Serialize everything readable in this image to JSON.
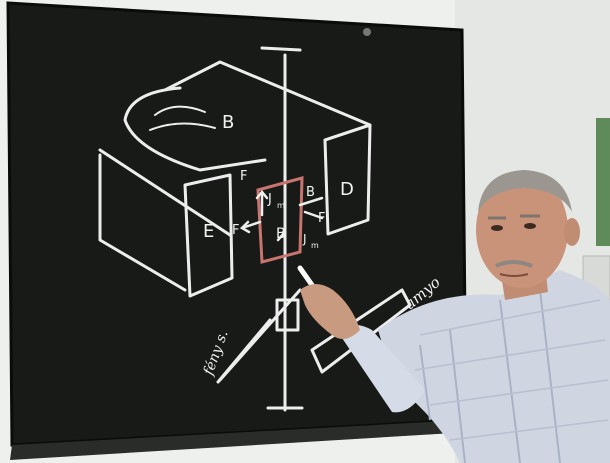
{
  "board": {
    "labels": {
      "pole_d": "D",
      "pole_e": "E",
      "field_b_top": "B",
      "field_b_center": "B",
      "vector_b": "B",
      "force_f_left": "F",
      "force_f_right": "F",
      "force_f_top": "F",
      "current_j_top": "J",
      "current_j_top_sub": "m",
      "current_j_bottom": "J",
      "current_j_bottom_sub": "m",
      "beam_word": "amyo",
      "light_word": "fény s."
    }
  },
  "colors": {
    "board": "#141614",
    "chalk": "#ededed",
    "accent_chalk": "#c9746f",
    "wall": "#eef0ee",
    "shirt": "#cfd6e2"
  }
}
